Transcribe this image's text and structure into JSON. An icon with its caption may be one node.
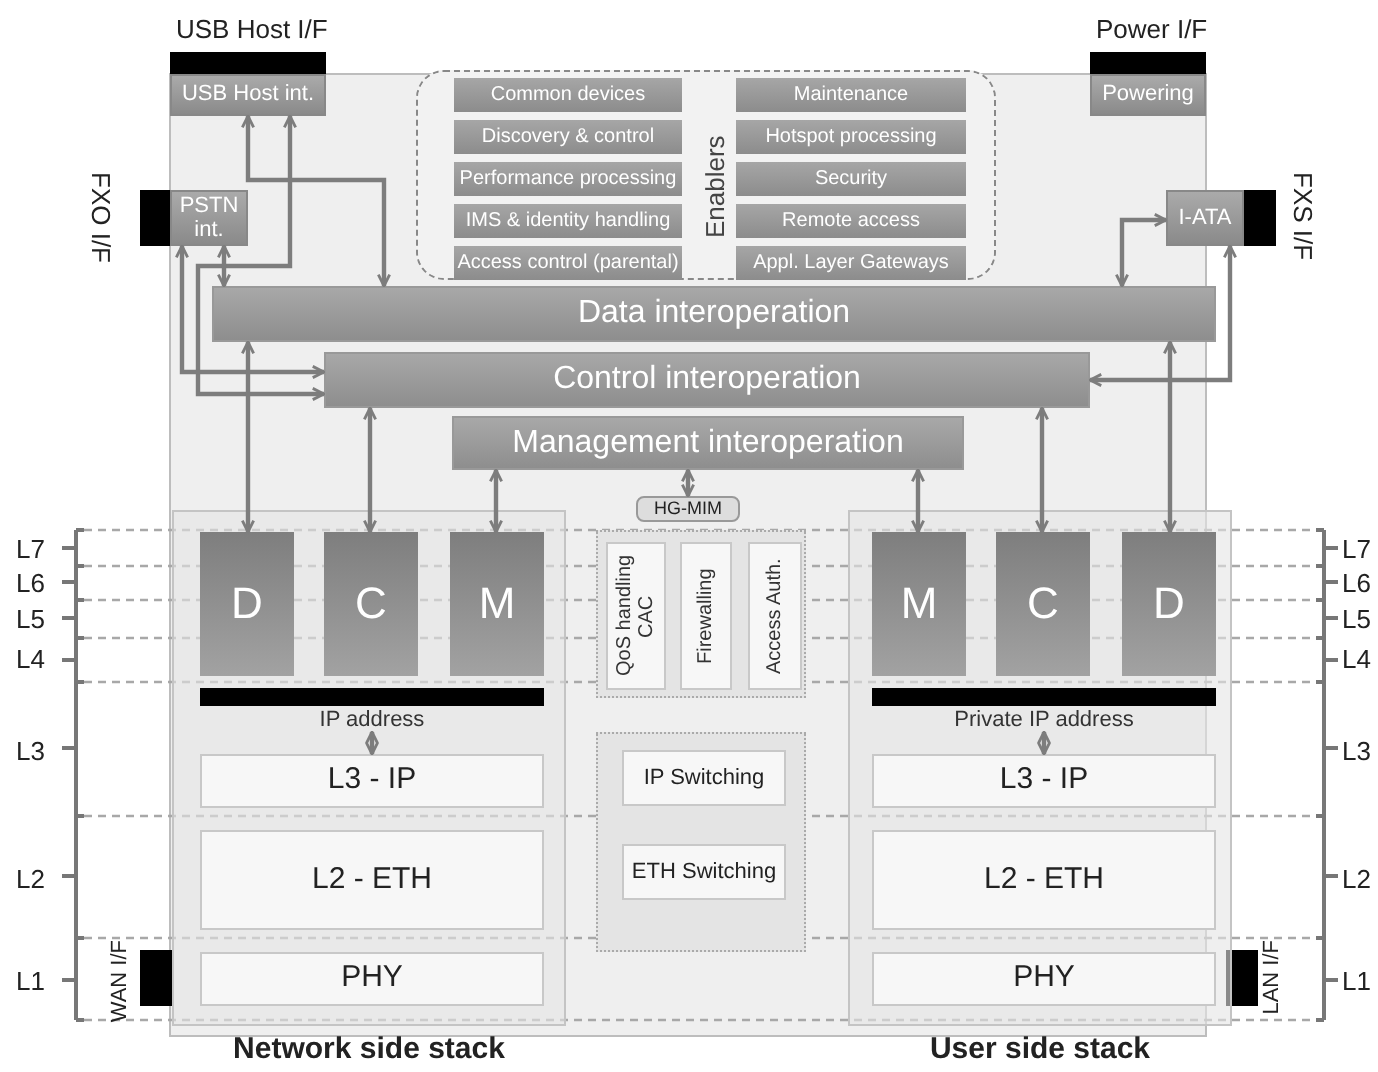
{
  "diagram": {
    "nodes": [
      {
        "text": [
          "USB Host int."
        ]
      },
      {
        "text": [
          "Powering"
        ]
      },
      {
        "text": [
          "Enablers"
        ]
      },
      {
        "text": [
          "Common devices"
        ],
        "in": 2
      },
      {
        "text": [
          "Discovery & control"
        ],
        "in": 2
      },
      {
        "text": [
          "Performance processing"
        ],
        "in": 2
      },
      {
        "text": [
          "IMS & identity handling"
        ],
        "in": 2
      },
      {
        "text": [
          "Access control (parental)"
        ],
        "in": 2
      },
      {
        "text": [
          "Maintenance"
        ],
        "in": 2
      },
      {
        "text": [
          "Hotspot processing"
        ],
        "in": 2
      },
      {
        "text": [
          "Security"
        ],
        "in": 2
      },
      {
        "text": [
          "Remote access"
        ],
        "in": 2
      },
      {
        "text": [
          "Appl. Layer Gateways"
        ],
        "in": 2
      },
      {
        "text": [
          "PSTN int."
        ]
      },
      {
        "text": [
          "I-ATA"
        ]
      },
      {
        "text": [
          "Data interoperation"
        ]
      },
      {
        "text": [
          "Control interoperation"
        ]
      },
      {
        "text": [
          "Management interoperation"
        ]
      },
      {
        "text": [
          "HG-MIM"
        ]
      },
      {
        "text": [
          "Network side stack"
        ]
      },
      {
        "text": [
          "D"
        ],
        "in": 19
      },
      {
        "text": [
          "C"
        ],
        "in": 19
      },
      {
        "text": [
          "M"
        ],
        "in": 19
      },
      {
        "text": [
          "IP address"
        ],
        "in": 19
      },
      {
        "text": [
          "L3 - IP"
        ],
        "in": 19
      },
      {
        "text": [
          "L2 - ETH"
        ],
        "in": 19
      },
      {
        "text": [
          "PHY"
        ],
        "in": 19
      },
      {
        "text": [],
        "shape": "box"
      },
      {
        "text": [
          "QoS handling CAC"
        ],
        "in": 27
      },
      {
        "text": [
          "Firewalling"
        ],
        "in": 27
      },
      {
        "text": [
          "Access Auth."
        ],
        "in": 27
      },
      {
        "text": [],
        "shape": "box"
      },
      {
        "text": [
          "IP Switching"
        ],
        "in": 31
      },
      {
        "text": [
          "ETH Switching"
        ],
        "in": 31
      },
      {
        "text": [
          "User side stack"
        ]
      },
      {
        "text": [
          "M"
        ],
        "in": 34
      },
      {
        "text": [
          "C"
        ],
        "in": 34
      },
      {
        "text": [
          "D"
        ],
        "in": 34
      },
      {
        "text": [
          "Private IP address"
        ],
        "in": 34
      },
      {
        "text": [
          "L3 - IP"
        ],
        "in": 34
      },
      {
        "text": [
          "L2 - ETH"
        ],
        "in": 34
      },
      {
        "text": [
          "PHY"
        ],
        "in": 34
      }
    ],
    "edges": [
      {
        "from": 0,
        "to": 15,
        "arrow": "both"
      },
      {
        "from": 0,
        "to": 16,
        "arrow": "both"
      },
      {
        "from": 13,
        "to": 16,
        "arrow": "both"
      },
      {
        "from": 13,
        "to": 15,
        "arrow": "both"
      },
      {
        "from": 14,
        "to": 16,
        "arrow": "both"
      },
      {
        "from": 14,
        "to": 15,
        "arrow": "both"
      },
      {
        "from": 15,
        "to": 20,
        "arrow": "both"
      },
      {
        "from": 16,
        "to": 21,
        "arrow": "both"
      },
      {
        "from": 17,
        "to": 22,
        "arrow": "both"
      },
      {
        "from": 17,
        "to": 18,
        "arrow": "both"
      },
      {
        "from": 17,
        "to": 35,
        "arrow": "both"
      },
      {
        "from": 16,
        "to": 36,
        "arrow": "both"
      },
      {
        "from": 15,
        "to": 37,
        "arrow": "both"
      },
      {
        "from": 23,
        "to": 24,
        "arrow": "both"
      },
      {
        "from": 38,
        "to": 39,
        "arrow": "both"
      }
    ],
    "labels": [
      "USB Host I/F",
      "Power I/F",
      "FXO I/F",
      "FXS I/F",
      "L7",
      "L7",
      "L6",
      "L6",
      "L5",
      "L5",
      "L4",
      "L4",
      "L3",
      "L3",
      "L2",
      "L2",
      "WAN I/F",
      "L1",
      "LAN I/F",
      "L1"
    ]
  }
}
